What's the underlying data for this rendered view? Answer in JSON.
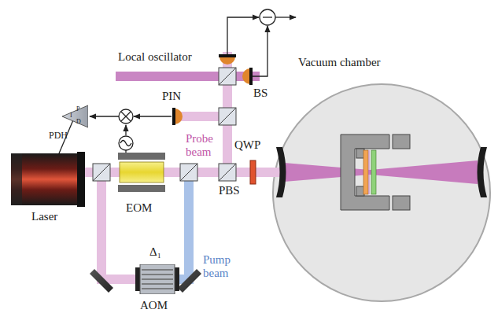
{
  "diagram": {
    "nodes": [
      {
        "text": [
          "P",
          "I",
          "D",
          "PDH"
        ]
      },
      {
        "text": [
          "Laser"
        ]
      },
      {
        "text": [
          "EOM"
        ]
      },
      {
        "text": [
          "AOM"
        ]
      },
      {
        "text": [
          "Vacuum chamber"
        ]
      }
    ],
    "edges": [
      {
        "from": 0,
        "to": 1,
        "arrow": "to"
      }
    ],
    "labels": [
      "Local oscillator",
      "BS",
      "PIN",
      "Probe beam",
      "PBS",
      "QWP",
      "Pump beam",
      "Δ₁"
    ]
  }
}
